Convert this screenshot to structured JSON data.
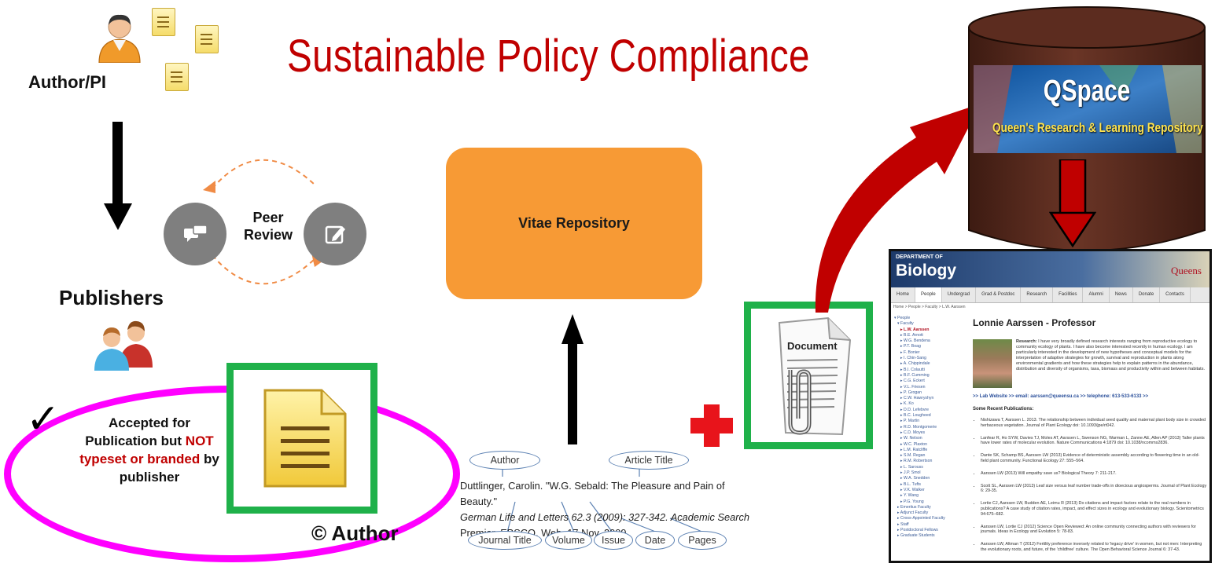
{
  "title": "Sustainable Policy Compliance",
  "author_pi_label": "Author/PI",
  "peer_review_label": "Peer\nReview",
  "publishers_label": "Publishers",
  "vitae_label": "Vitae Repository",
  "accepted": {
    "part1": "Accepted for Publication but ",
    "part2_red": "NOT typeset or branded",
    "part3": " by publisher"
  },
  "copyright_label": "© Author",
  "checkmark": "✓",
  "citation": {
    "line1": "Duttlinger, Carolin.  \"W.G. Sebald: The Pleasure and Pain of Beauty.\"",
    "line2": "German Life and Letters 62.3 (2009): 327-342.  Academic Search",
    "line3": "Premier.  EBSCO.  Web.  17 Nov. 2009.",
    "bubbles": [
      "Author",
      "Article Title",
      "Journal Title",
      "Volume",
      "Issue",
      "Date",
      "Pages"
    ]
  },
  "document_icon_text": "Document",
  "qspace": {
    "name": "QSpace",
    "subtitle": "Queen's Research & Learning Repository"
  },
  "biology_page": {
    "dept_small": "DEPARTMENT OF",
    "dept_big": "Biology",
    "logo": "Queens",
    "nav": [
      "Home",
      "People",
      "Undergrad",
      "Grad & Postdoc",
      "Research",
      "Facilities",
      "Alumni",
      "News",
      "Donate",
      "Contacts"
    ],
    "breadcrumb": "Home > People > Faculty > L.W. Aarssen",
    "sidebar": [
      "▾ People",
      "▾ Faculty",
      "L.W. Aarssen",
      "B.E. Arnott",
      "W.G. Bendena",
      "P.T. Boag",
      "F. Bonier",
      "I. Chin-Sang",
      "A. Chippindale",
      "B.I. Colautti",
      "B.F. Cumming",
      "C.G. Eckert",
      "V.L. Friesen",
      "P. Grogan",
      "C.W. Hawryshyn",
      "K. Ko",
      "D.D. Lefebvre",
      "B.C. Lougheed",
      "P. Martin",
      "R.D. Montgomerie",
      "C.D. Moyes",
      "W. Nelson",
      "W.C. Plaxton",
      "L.M. Ratcliffe",
      "S.M. Regan",
      "R.M. Robertson",
      "L. Sarouss",
      "J.P. Smol",
      "W.A. Snedden",
      "B.L. Tufts",
      "V.K. Walker",
      "Y. Wang",
      "P.G. Young",
      "Emeritus Faculty",
      "Adjunct Faculty",
      "Cross-Appointed Faculty",
      "Staff",
      "Postdoctoral Fellows",
      "Graduate Students"
    ],
    "heading": "Lonnie Aarssen - Professor",
    "research_label": "Research:",
    "research_text": "I have very broadly defined research interests ranging from reproductive ecology to community ecology of plants. I have also become interested recently in human ecology. I am particularly interested in the development of new hypotheses and conceptual models for the interpretation of adaptive strategies for growth, survival and reproduction in plants along environmental gradients and how these strategies help to explain patterns in the abundance, distribution and diversity of organisms, taxa, biomass and productivity within and between habitats.",
    "contact_line": ">> Lab Website >> email: aarssen@queensu.ca >> telephone: 613-533-6133 >>",
    "pubs_heading": "Some Recent Publications:",
    "pubs": [
      "Nishizawa T, Aarssen L. 2013. The relationship between individual seed quality and maternal plant body size in crowded herbaceous vegetation. Journal of Plant Ecology doi: 10.1093/jpe/rt042.",
      "Lanfear R, Ho SYW, Davies TJ, Moles AT, Aarssen L, Swenson NG, Warman L, Zanne AE, Allen AP (2013) Taller plants have lower rates of molecular evolution.  Nature Communications  4:1879 doi: 10.1038/ncomms2836.",
      "Dante SK, Schamp BS, Aarssen LW (2013) Evidence of deterministic assembly according to flowering time in an old-field plant community.  Functional Ecology 27: 555–564.",
      "Aarssen LW (2013) Will empathy save us?  Biological Theory 7: 211-217.",
      "Scott SL, Aarssen LW (2013) Leaf size versus leaf number trade-offs in dioecious angiosperms. Journal of Plant Ecology 6: 29-35.",
      "Lortie CJ, Aarssen LW, Budden AE, Leimu R (2013) Do citations and impact factors relate to the real numbers in publications? A case study of citation rates, impact, and effect sizes in ecology and evolutionary biology. Scientometrics 94:675–682.",
      "Aarssen LW, Lortie CJ (2012) Science Open Reviewed: An online community connecting authors with reviewers for journals.  Ideas in Ecology and Evolution 5: 78-83.",
      "Aarssen LW, Altman T (2012) Fertility preference inversely related to 'legacy drive' in women, but not men: Interpreting the evolutionary roots, and future, of the 'childfree' culture.  The Open Behavioral Science Journal 6: 37-43."
    ]
  },
  "colors": {
    "title": "#c00000",
    "vitae": "#f79a35",
    "green": "#1fb14a",
    "magenta": "#ff00ff",
    "arrow_red": "#c00000",
    "plus": "#e8141b",
    "db": "#5a2c1e"
  }
}
